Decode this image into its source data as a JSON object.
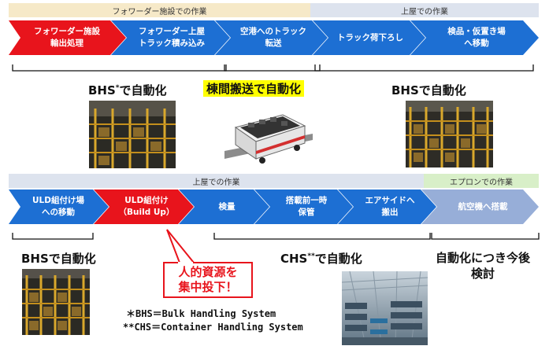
{
  "top_bands": [
    {
      "label": "フォワーダー施設での作業",
      "color": "#f6e9c8"
    },
    {
      "label": "上屋での作業",
      "color": "#dde3ee"
    }
  ],
  "bottom_bands": [
    {
      "label": "上屋での作業",
      "color": "#dde3ee"
    },
    {
      "label": "エプロンでの作業",
      "color": "#d8efc8"
    }
  ],
  "top_steps": [
    {
      "label": "フォワーダー施設\n輸出処理",
      "color": "#e8141c"
    },
    {
      "label": "フォワーダー上屋\nトラック積み込み",
      "color": "#1d6fd3"
    },
    {
      "label": "空港へのトラック\n転送",
      "color": "#1d6fd3"
    },
    {
      "label": "トラック荷下ろし",
      "color": "#1d6fd3"
    },
    {
      "label": "検品・仮置き場\nへ移動",
      "color": "#1d6fd3"
    }
  ],
  "bottom_steps": [
    {
      "label": "ULD組付け場\nへの移動",
      "color": "#1d6fd3"
    },
    {
      "label": "ULD組付け\n（Build Up）",
      "color": "#e8141c"
    },
    {
      "label": "検量",
      "color": "#1d6fd3"
    },
    {
      "label": "搭載前一時\n保管",
      "color": "#1d6fd3"
    },
    {
      "label": "エアサイドへ\n搬出",
      "color": "#1d6fd3"
    },
    {
      "label": "航空機へ搭載",
      "color": "#97aed8"
    }
  ],
  "labels": {
    "bhs_top_left": "BHS",
    "bhs_top_left_mark": "*",
    "bhs_top_left_suffix": "で自動化",
    "transfer": "棟間搬送で自動化",
    "bhs_top_right": "BHSで自動化",
    "bhs_bottom_left": "BHSで自動化",
    "chs": "CHS",
    "chs_mark": "**",
    "chs_suffix": "で自動化",
    "future": "自動化につき今後\n検討",
    "callout": "人的資源を\n集中投下！",
    "legend_bhs": "＊BHS＝Bulk Handling System",
    "legend_chs": "**CHS＝Container Handling System"
  },
  "colors": {
    "red": "#e8141c",
    "blue": "#1d6fd3",
    "pale_blue": "#97aed8",
    "highlight": "#ffff00"
  }
}
